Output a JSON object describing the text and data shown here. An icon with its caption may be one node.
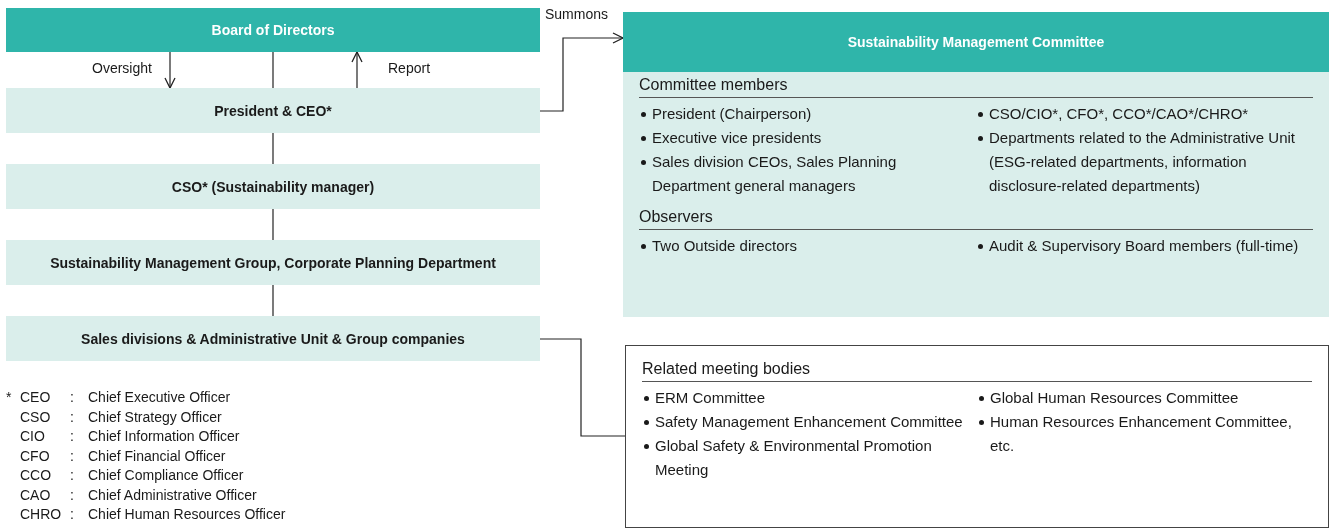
{
  "diagram": {
    "nodes": [
      {
        "text": [
          "Board of Directors"
        ]
      },
      {
        "text": [
          "President & CEO*"
        ]
      },
      {
        "text": [
          "CSO* (Sustainability manager)"
        ]
      },
      {
        "text": [
          "Sustainability Management Group, Corporate Planning Department"
        ]
      },
      {
        "text": [
          "Sales divisions & Administrative Unit & Group companies"
        ]
      },
      {
        "text": [
          "Sustainability Management Committee",
          "Committee members",
          "President (Chairperson)",
          "Executive vice presidents",
          "Sales division CEOs, Sales Planning Department general managers",
          "CSO/CIO*, CFO*, CCO*/CAO*/CHRO*",
          "Departments related to the Administrative Unit (ESG-related departments, information disclosure-related departments)",
          "Observers",
          "Two Outside directors",
          "Audit & Supervisory Board members (full-time)"
        ]
      },
      {
        "text": [
          "Related meeting bodies",
          "ERM Committee",
          "Safety Management Enhancement Committee",
          "Global Safety & Environmental Promotion Meeting",
          "Global Human Resources Committee",
          "Human Resources Enhancement Committee, etc."
        ]
      }
    ],
    "edges": [
      {
        "from": 0,
        "to": 1,
        "arrow": "to",
        "label": "Oversight"
      },
      {
        "from": 1,
        "to": 0,
        "arrow": "to",
        "label": "Report"
      },
      {
        "from": 0,
        "to": 1,
        "arrow": "none"
      },
      {
        "from": 1,
        "to": 2,
        "arrow": "none"
      },
      {
        "from": 2,
        "to": 3,
        "arrow": "none"
      },
      {
        "from": 3,
        "to": 4,
        "arrow": "none"
      },
      {
        "from": 1,
        "to": 5,
        "arrow": "to",
        "label": "Summons"
      },
      {
        "from": 4,
        "to": 6,
        "arrow": "none"
      }
    ],
    "labels": [
      "*",
      "CEO",
      ":",
      "Chief Executive Officer",
      "CSO",
      ":",
      "Chief Strategy Officer",
      "CIO",
      ":",
      "Chief Information Officer",
      "CFO",
      ":",
      "Chief Financial Officer",
      "CCO",
      ":",
      "Chief Compliance Officer",
      "CAO",
      ":",
      "Chief Administrative Officer",
      "CHRO",
      ":",
      "Chief Human Resources Officer"
    ]
  }
}
